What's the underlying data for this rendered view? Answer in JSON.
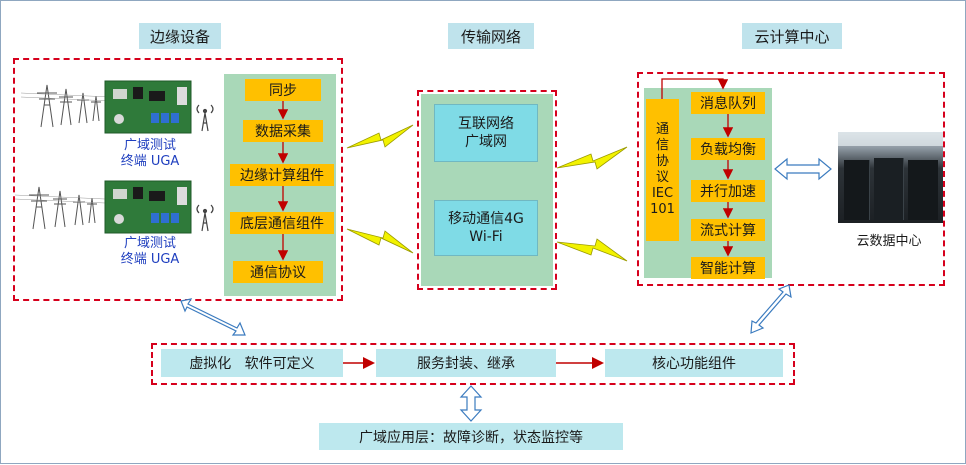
{
  "sections": {
    "edge_title": "边缘设备",
    "network_title": "传输网络",
    "cloud_title": "云计算中心"
  },
  "edge": {
    "device_label_1a": "广域测试",
    "device_label_1b": "终端 UGA",
    "device_label_2a": "广域测试",
    "device_label_2b": "终端 UGA",
    "stack": [
      "同步",
      "数据采集",
      "边缘计算组件",
      "底层通信组件",
      "通信协议"
    ]
  },
  "network": {
    "box1_line1": "互联网络",
    "box1_line2": "广域网",
    "box2_line1": "移动通信4G",
    "box2_line2": "Wi-Fi"
  },
  "cloud": {
    "protocol_chars": [
      "通",
      "信",
      "协",
      "议",
      "IEC",
      "101"
    ],
    "pipeline": [
      "消息队列",
      "负载均衡",
      "并行加速",
      "流式计算",
      "智能计算"
    ],
    "datacenter_label": "云数据中心"
  },
  "middle": {
    "items": [
      "虚拟化   软件可定义",
      "服务封装、继承",
      "核心功能组件"
    ]
  },
  "application": {
    "label": "广域应用层：故障诊断，状态监控等"
  },
  "colors": {
    "dashed_border": "#d6001c",
    "arrow": "#c00000",
    "orange": "#ffc000",
    "green_panel": "#a9d8b8",
    "cyan": "#7fdbe6",
    "title_bg": "#bfe3ec",
    "lightning": "#f2f200"
  },
  "icons": [
    "transmission-tower-icon",
    "circuit-board-icon",
    "wireless-antenna-icon",
    "lightning-bolt-icon",
    "server-room-photo"
  ]
}
